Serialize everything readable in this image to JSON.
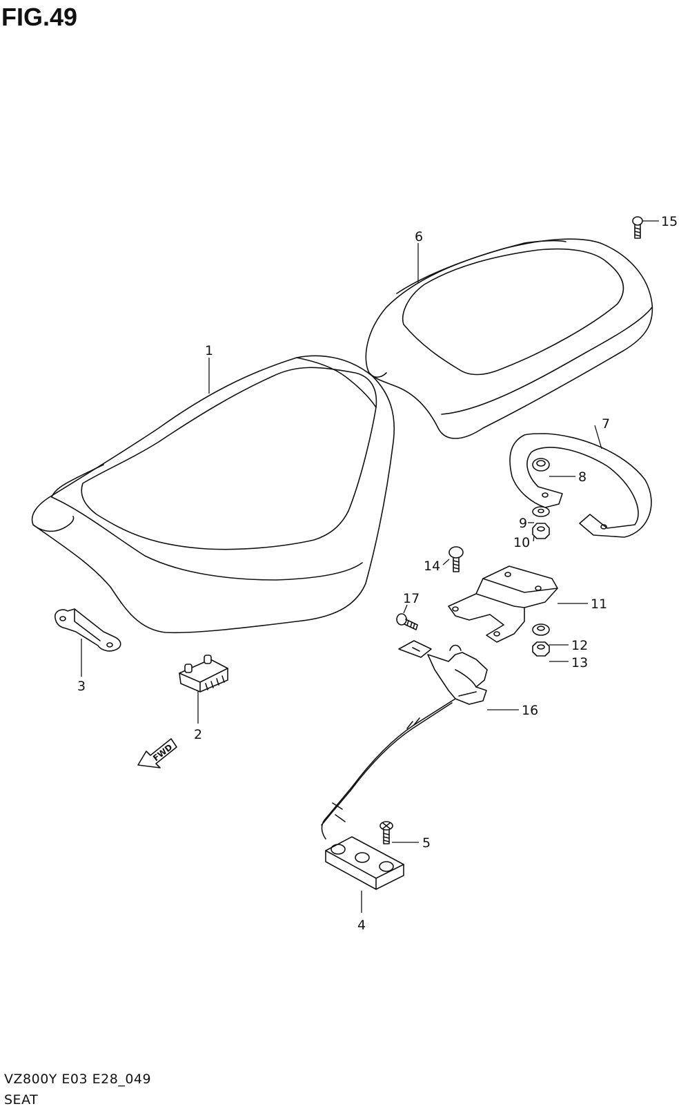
{
  "figure": {
    "title": "FIG.49",
    "code": "VZ800Y E03 E28_049",
    "name": "SEAT",
    "fwd_label": "FWD"
  },
  "callouts": [
    "1",
    "2",
    "3",
    "4",
    "5",
    "6",
    "7",
    "8",
    "9",
    "10",
    "11",
    "12",
    "13",
    "14",
    "15",
    "16",
    "17"
  ]
}
